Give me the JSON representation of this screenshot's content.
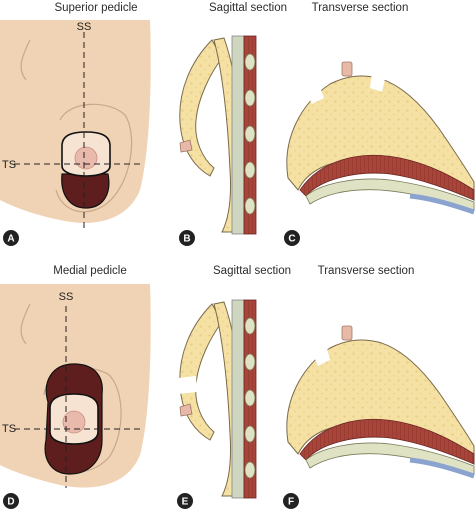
{
  "headings": {
    "superior_pedicle": "Superior pedicle",
    "sagittal_section_top": "Sagittal section",
    "transverse_section_top": "Transverse section",
    "medial_pedicle": "Medial pedicle",
    "sagittal_section_bottom": "Sagittal section",
    "transverse_section_bottom": "Transverse section"
  },
  "axis_labels": {
    "ss_top": "SS",
    "ts_top": "TS",
    "ss_bottom": "SS",
    "ts_bottom": "TS"
  },
  "panel_badges": {
    "a": "A",
    "b": "B",
    "c": "C",
    "d": "D",
    "e": "E",
    "f": "F"
  },
  "colors": {
    "skin": "#f0d2b4",
    "skin_edge": "#c9a88a",
    "areola": "#e9b9ac",
    "pedicle": "#5e1e1e",
    "fat": "#f5e1a4",
    "muscle": "#a8453a",
    "rib": "#dfe3c3",
    "fascia": "#8aa3cf",
    "badge": "#222222"
  }
}
